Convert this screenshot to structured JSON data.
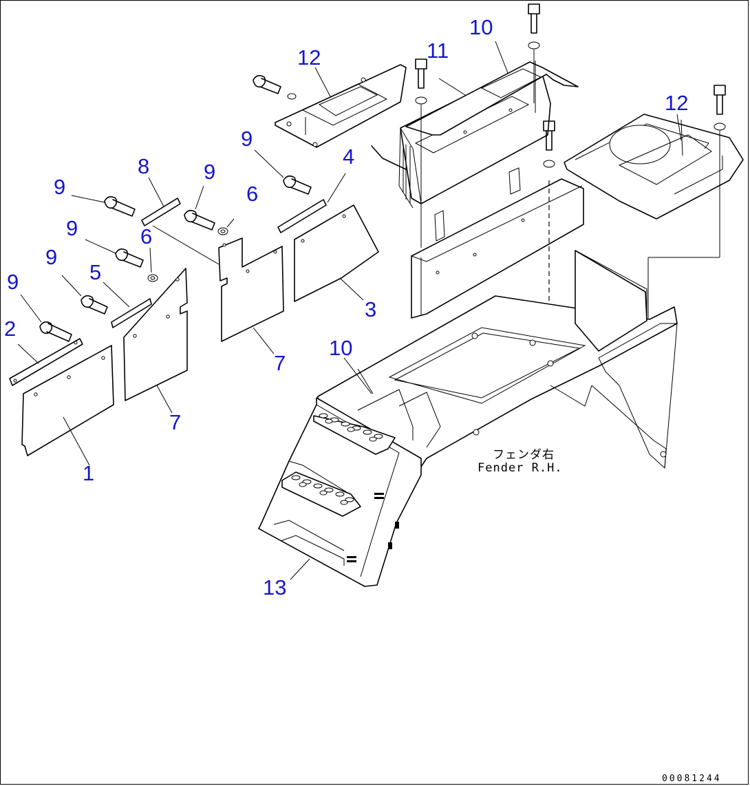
{
  "diagram": {
    "label_color": "#1515d0",
    "line_color": "#000000",
    "part_labels": [
      {
        "id": "p1",
        "text": "1"
      },
      {
        "id": "p2",
        "text": "2"
      },
      {
        "id": "p3",
        "text": "3"
      },
      {
        "id": "p4",
        "text": "4"
      },
      {
        "id": "p5",
        "text": "5"
      },
      {
        "id": "p6a",
        "text": "6"
      },
      {
        "id": "p6b",
        "text": "6"
      },
      {
        "id": "p7a",
        "text": "7"
      },
      {
        "id": "p7b",
        "text": "7"
      },
      {
        "id": "p8",
        "text": "8"
      },
      {
        "id": "p9a",
        "text": "9"
      },
      {
        "id": "p9b",
        "text": "9"
      },
      {
        "id": "p9c",
        "text": "9"
      },
      {
        "id": "p9d",
        "text": "9"
      },
      {
        "id": "p9e",
        "text": "9"
      },
      {
        "id": "p9f",
        "text": "9"
      },
      {
        "id": "p10a",
        "text": "10"
      },
      {
        "id": "p10b",
        "text": "10"
      },
      {
        "id": "p11",
        "text": "11"
      },
      {
        "id": "p12a",
        "text": "12"
      },
      {
        "id": "p12b",
        "text": "12"
      },
      {
        "id": "p13",
        "text": "13"
      }
    ],
    "note_jp": "フェンダ右",
    "note_en": "Fender R.H.",
    "doc_number": "00081244"
  }
}
